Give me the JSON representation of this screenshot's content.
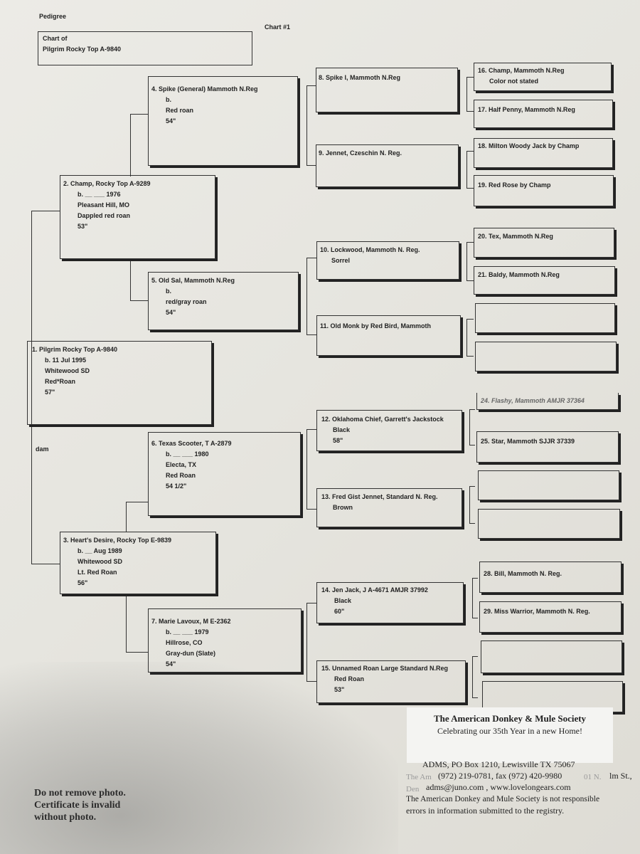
{
  "header": {
    "form_label": "Pedigree",
    "chart_number": "Chart #1",
    "chart_of_label": "Chart of",
    "chart_of_name": "Pilgrim Rocky Top A-9840"
  },
  "dam_label": "dam",
  "entries": {
    "e1": [
      "1. Pilgrim Rocky Top A-9840",
      "b. 11 Jul 1995",
      "Whitewood SD",
      "Red*Roan",
      "57\""
    ],
    "e2": [
      "2. Champ, Rocky Top A-9289",
      "b. __ ___ 1976",
      "Pleasant Hill, MO",
      "Dappled red roan",
      "53\""
    ],
    "e3": [
      "3. Heart's Desire, Rocky Top E-9839",
      "b. __ Aug 1989",
      "Whitewood SD",
      "Lt. Red Roan",
      "56\""
    ],
    "e4": [
      "4. Spike (General) Mammoth N.Reg",
      "b.",
      "",
      "Red roan",
      "54\""
    ],
    "e5": [
      "5. Old Sal, Mammoth N.Reg",
      "b.",
      "",
      "red/gray roan",
      "54\""
    ],
    "e6": [
      "6. Texas Scooter, T A-2879",
      "b. __ ___ 1980",
      "Electa, TX",
      "Red Roan",
      "54 1/2\""
    ],
    "e7": [
      "7. Marie Lavoux, M E-2362",
      "b. __ ___ 1979",
      "Hillrose, CO",
      "Gray-dun (Slate)",
      "54\""
    ],
    "e8": [
      "8. Spike I, Mammoth N.Reg"
    ],
    "e9": [
      "9. Jennet, Czeschin N. Reg."
    ],
    "e10": [
      "10. Lockwood, Mammoth N. Reg.",
      "Sorrel"
    ],
    "e11": [
      "11. Old Monk by Red Bird, Mammoth"
    ],
    "e12": [
      "12. Oklahoma Chief, Garrett's Jackstock",
      "Black",
      "58\""
    ],
    "e13": [
      "13. Fred Gist Jennet, Standard N. Reg.",
      "Brown"
    ],
    "e14": [
      "14. Jen Jack, J A-4671 AMJR 37992",
      "Black",
      "60\""
    ],
    "e15": [
      "15. Unnamed Roan Large Standard N.Reg",
      "Red Roan",
      "53\""
    ],
    "e16": [
      "16. Champ, Mammoth N.Reg",
      "Color not stated"
    ],
    "e17": [
      "17. Half Penny, Mammoth N.Reg"
    ],
    "e18": [
      "18. Milton Woody Jack by Champ"
    ],
    "e19": [
      "19. Red Rose by Champ"
    ],
    "e20": [
      "20. Tex, Mammoth N.Reg"
    ],
    "e21": [
      "21. Baldy, Mammoth N.Reg"
    ],
    "e22": [],
    "e23": [],
    "e24": [
      "24. Flashy, Mammoth AMJR 37364"
    ],
    "e25": [
      "25. Star, Mammoth SJJR 37339"
    ],
    "e26": [],
    "e27": [],
    "e28": [
      "28. Bill, Mammoth N. Reg."
    ],
    "e29": [
      "29. Miss Warrior, Mammoth N. Reg."
    ],
    "e30": [],
    "e31": []
  },
  "notice": [
    "Do not remove photo.",
    "Certificate is invalid",
    "without photo."
  ],
  "society": {
    "name": "The American Donkey & Mule Society",
    "tagline": "Celebrating our 35th Year in a new Home!",
    "address": "ADMS, PO Box 1210, Lewisville TX 75067",
    "phone": "(972) 219-0781, fax (972) 420-9980",
    "web": "adms@juno.com , www.lovelongears.com",
    "disclaimer_1": "The American Donkey and Mule Society is not responsible",
    "disclaimer_2": "errors in information submitted to the registry.",
    "ghost_1": "The Am",
    "ghost_2": "Den",
    "ghost_3": "01 N.",
    "street": "lm St.,"
  }
}
